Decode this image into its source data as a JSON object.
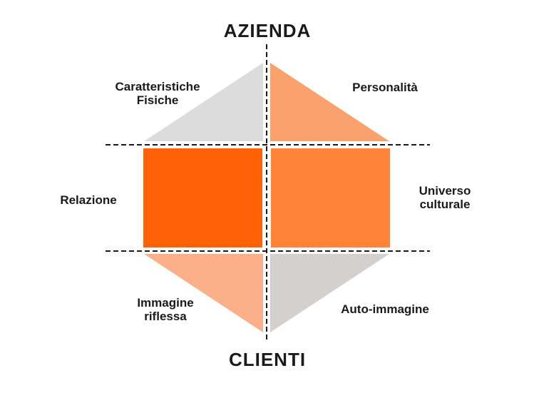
{
  "titles": {
    "top": "AZIENDA",
    "bottom": "CLIENTI"
  },
  "labels": {
    "caratteristiche": [
      "Caratteristiche",
      "Fisiche"
    ],
    "personalita": "Personalità",
    "relazione": "Relazione",
    "universo": [
      "Universo",
      "culturale"
    ],
    "immagine": [
      "Immagine",
      "riflessa"
    ],
    "auto_immagine": "Auto-immagine"
  },
  "colors": {
    "top_left": "#dcdcdc",
    "top_right": "#faa26e",
    "middle_left": "#ff6106",
    "middle_right": "#ff8438",
    "bottom_left": "#fcb08a",
    "bottom_right": "#d3d0cd",
    "lines": "#1a1a1a",
    "text": "#1a1a1a"
  }
}
